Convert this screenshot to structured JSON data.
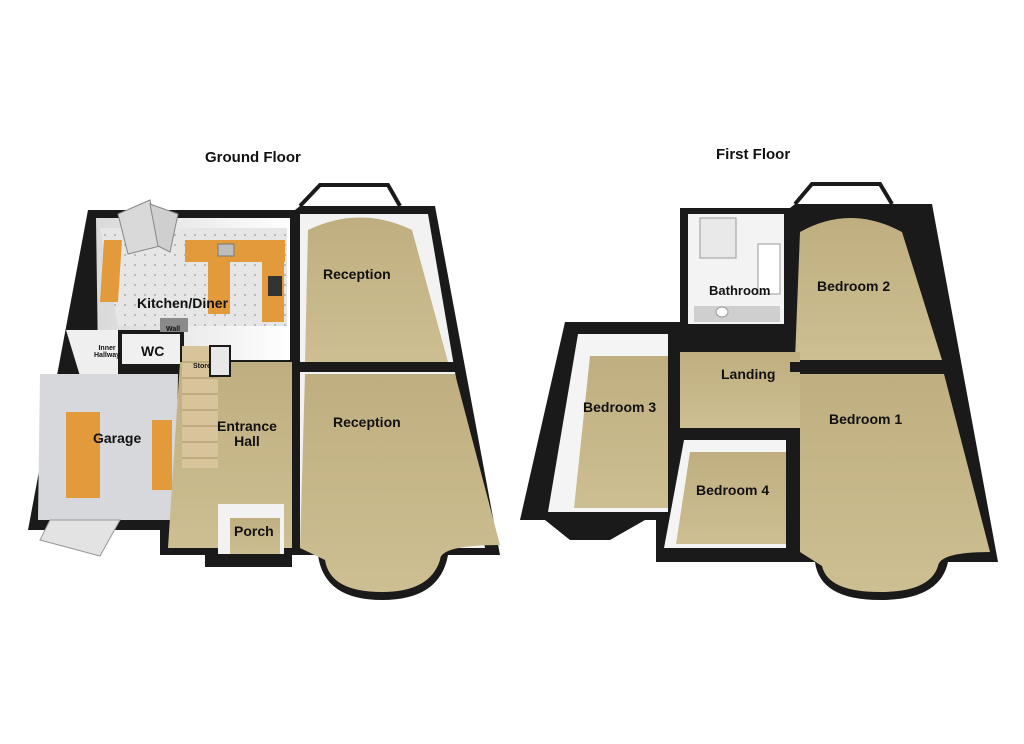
{
  "floors": {
    "ground": {
      "title": "Ground Floor",
      "rooms": {
        "kitchen_diner": "Kitchen/Diner",
        "reception_rear": "Reception",
        "reception_front": "Reception",
        "wc": "WC",
        "inner_hallway": "Inner\nHallway",
        "wall": "Wall",
        "store": "Store",
        "garage": "Garage",
        "entrance_hall": "Entrance\nHall",
        "porch": "Porch"
      }
    },
    "first": {
      "title": "First Floor",
      "rooms": {
        "bathroom": "Bathroom",
        "bedroom_2": "Bedroom 2",
        "bedroom_3": "Bedroom 3",
        "landing": "Landing",
        "bedroom_1": "Bedroom 1",
        "bedroom_4": "Bedroom 4"
      }
    }
  },
  "colors": {
    "carpet": "#c8b98a",
    "wall_face": "#f4f4f4",
    "wall_top": "#1a1a1a",
    "tile": "#dcdcdc",
    "counter": "#e39a3a",
    "stair": "#d8c49a"
  }
}
